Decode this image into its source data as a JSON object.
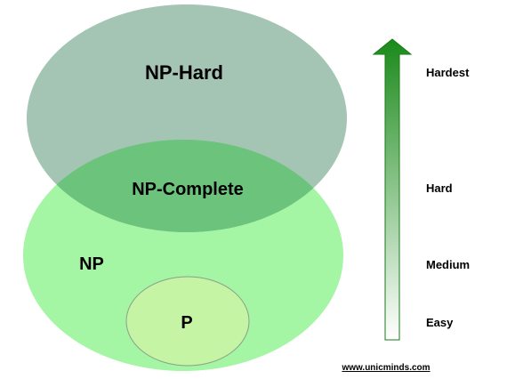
{
  "diagram": {
    "regions": {
      "np_hard": "NP-Hard",
      "np_complete": "NP-Complete",
      "np": "NP",
      "p": "P"
    },
    "difficulty_scale": {
      "hardest": "Hardest",
      "hard": "Hard",
      "medium": "Medium",
      "easy": "Easy"
    },
    "source": "www.unicminds.com"
  },
  "colors": {
    "np_fill": "#a4f5a4",
    "np_hard_fill": "#a4c4b4",
    "np_complete_fill": "#6cc47c",
    "p_fill": "#c4f4a4",
    "p_stroke": "#8aa08a",
    "arrow_top": "#1a8a1a",
    "arrow_bottom": "#ffffff",
    "arrow_stroke": "#1a7a1a"
  }
}
